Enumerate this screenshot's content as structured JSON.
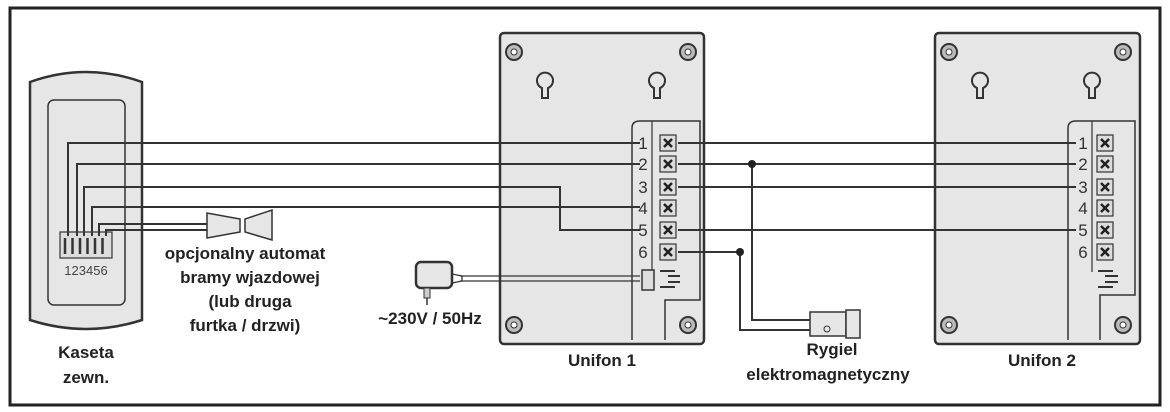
{
  "labels": {
    "outdoor_unit": [
      "Kaseta",
      "zewn."
    ],
    "outdoor_pins": "123456",
    "gate": [
      "opcjonalny automat",
      "bramy wjazdowej",
      "(lub druga",
      "furtka / drzwi)"
    ],
    "power": "~230V / 50Hz",
    "unifon1": "Unifon 1",
    "unifon2": "Unifon 2",
    "lock": [
      "Rygiel",
      "elektromagnetyczny"
    ]
  },
  "terminals": [
    "1",
    "2",
    "3",
    "4",
    "5",
    "6"
  ],
  "colors": {
    "line": "#333333",
    "device_fill": "#e6e6e6"
  }
}
